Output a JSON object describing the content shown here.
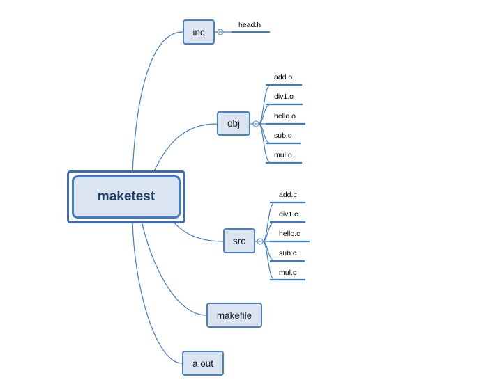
{
  "root": {
    "label": "maketest"
  },
  "topics": {
    "inc": {
      "label": "inc",
      "children": [
        "head.h"
      ]
    },
    "obj": {
      "label": "obj",
      "children": [
        "add.o",
        "div1.o",
        "hello.o",
        "sub.o",
        "mul.o"
      ]
    },
    "src": {
      "label": "src",
      "children": [
        "add.c",
        "div1.c",
        "hello.c",
        "sub.c",
        "mul.c"
      ]
    },
    "makefile": {
      "label": "makefile"
    },
    "aout": {
      "label": "a.out"
    }
  },
  "colors": {
    "line": "#3d7cc9",
    "node_fill": "#dbe5f1",
    "root_text": "#1f3f66"
  }
}
